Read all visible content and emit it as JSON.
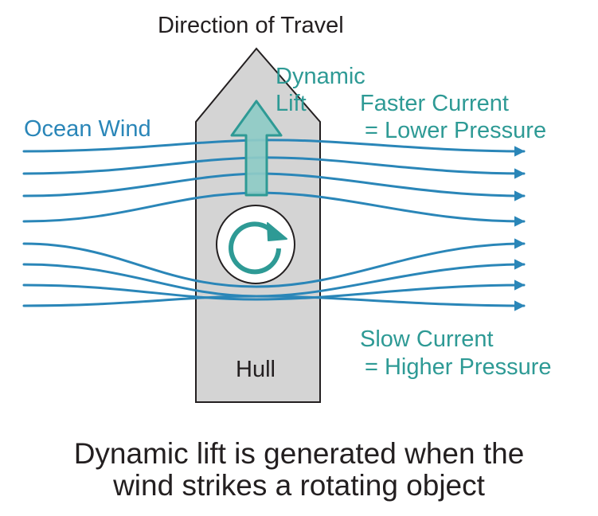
{
  "labels": {
    "direction": "Direction of Travel",
    "dynamic_lift_line1": "Dynamic",
    "dynamic_lift_line2": "Lift",
    "ocean_wind": "Ocean Wind",
    "faster_current_line1": "Faster Current",
    "faster_current_line2": "= Lower Pressure",
    "slow_current_line1": "Slow Current",
    "slow_current_line2": "= Higher Pressure",
    "hull": "Hull"
  },
  "caption": {
    "line1": "Dynamic lift is generated when the",
    "line2": "wind strikes a rotating object"
  },
  "colors": {
    "wind_blue": "#2a86b8",
    "lift_teal": "#2e9a95",
    "lift_fill": "#8ecbc6",
    "hull_fill": "#d4d4d4",
    "outline": "#231f20"
  },
  "icons": {
    "lift_arrow": "arrow-up-icon",
    "rotation": "clockwise-rotation-icon"
  }
}
